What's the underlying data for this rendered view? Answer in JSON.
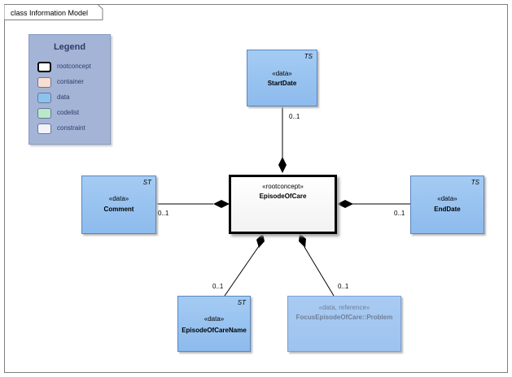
{
  "diagram": {
    "frame_title": "class Information Model"
  },
  "legend": {
    "title": "Legend",
    "items": [
      {
        "label": "rootconcept",
        "color": "#ffffff",
        "border": "#000000"
      },
      {
        "label": "container",
        "color": "#f7ddd2",
        "border": "#6b7699"
      },
      {
        "label": "data",
        "color": "#8cc3ee",
        "border": "#6b7699"
      },
      {
        "label": "codelist",
        "color": "#b9e8c6",
        "border": "#6b7699"
      },
      {
        "label": "constraint",
        "color": "#f2f2fa",
        "border": "#6b7699"
      }
    ]
  },
  "classes": {
    "root": {
      "stereotype": "«rootconcept»",
      "name": "EpisodeOfCare"
    },
    "start_date": {
      "stereotype": "«data»",
      "name": "StartDate",
      "tag": "TS"
    },
    "comment": {
      "stereotype": "«data»",
      "name": "Comment",
      "tag": "ST"
    },
    "end_date": {
      "stereotype": "«data»",
      "name": "EndDate",
      "tag": "TS"
    },
    "episode_name": {
      "stereotype": "«data»",
      "name": "EpisodeOfCareName",
      "tag": "ST"
    },
    "problem": {
      "stereotype": "«data, reference»",
      "name": "FocusEpisodeOfCare::Problem"
    }
  },
  "multiplicities": {
    "start_date": "0..1",
    "comment": "0..1",
    "end_date": "0..1",
    "episode_name": "0..1",
    "problem": "0..1"
  }
}
